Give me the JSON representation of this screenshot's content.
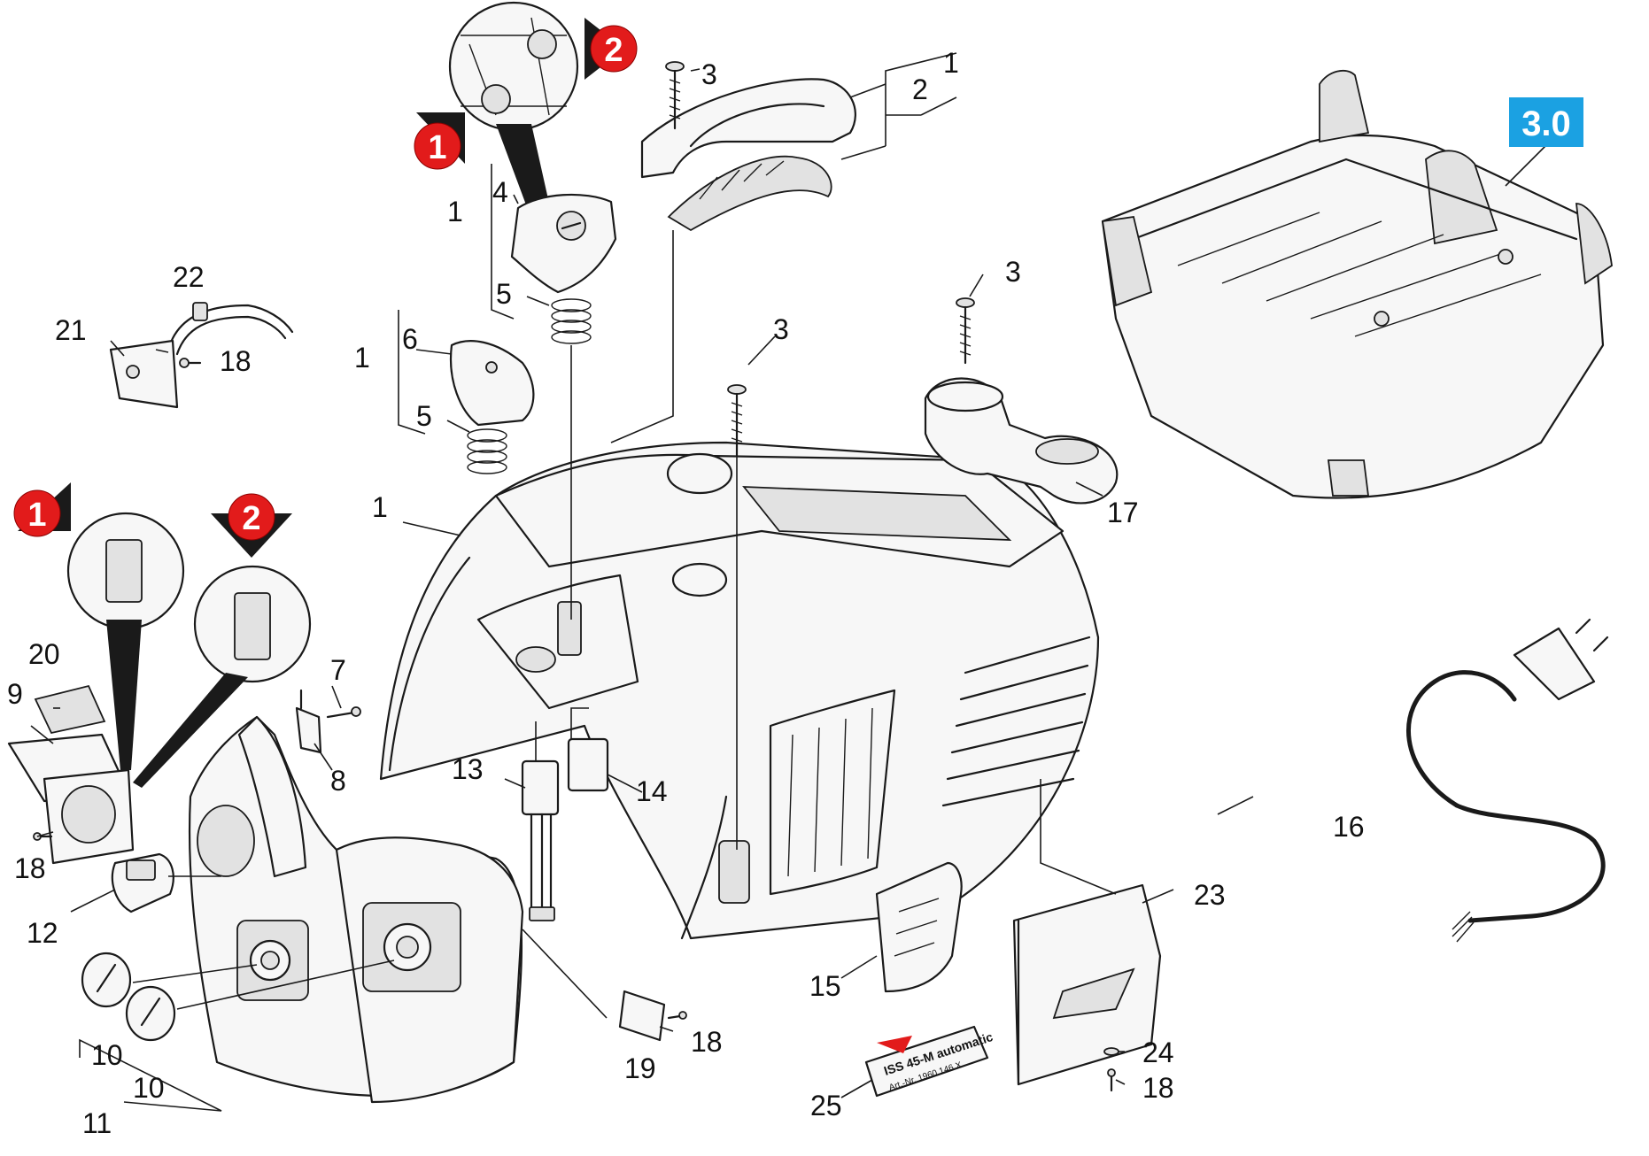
{
  "callouts": {
    "c1_top": "1",
    "c2_top": "2",
    "c3_a": "3",
    "c4": "4",
    "c1_b": "1",
    "c5_a": "5",
    "c22": "22",
    "c21": "21",
    "c18_a": "18",
    "c1_c": "1",
    "c6": "6",
    "c5_b": "5",
    "c3_b": "3",
    "c3_c": "3",
    "c17": "17",
    "c1_d": "1",
    "c20": "20",
    "c9": "9",
    "c7": "7",
    "c8": "8",
    "c18_b": "18",
    "c12": "12",
    "c13": "13",
    "c14": "14",
    "c16": "16",
    "c23": "23",
    "c15": "15",
    "c10_a": "10",
    "c10_b": "10",
    "c11": "11",
    "c19": "19",
    "c18_c": "18",
    "c24": "24",
    "c18_d": "18",
    "c25": "25"
  },
  "badges": {
    "detail1_top": "1",
    "detail2_top": "2",
    "detail1_left": "1",
    "detail2_left": "2"
  },
  "reference": {
    "label": "3.0",
    "color": "#1ba1e2"
  },
  "decal": {
    "line1": "ISS 45-M automatic",
    "line2": "Art.-Nr. 1960 146 X"
  },
  "colors": {
    "badge": "#e21b1b",
    "reference": "#1ba1e2"
  }
}
